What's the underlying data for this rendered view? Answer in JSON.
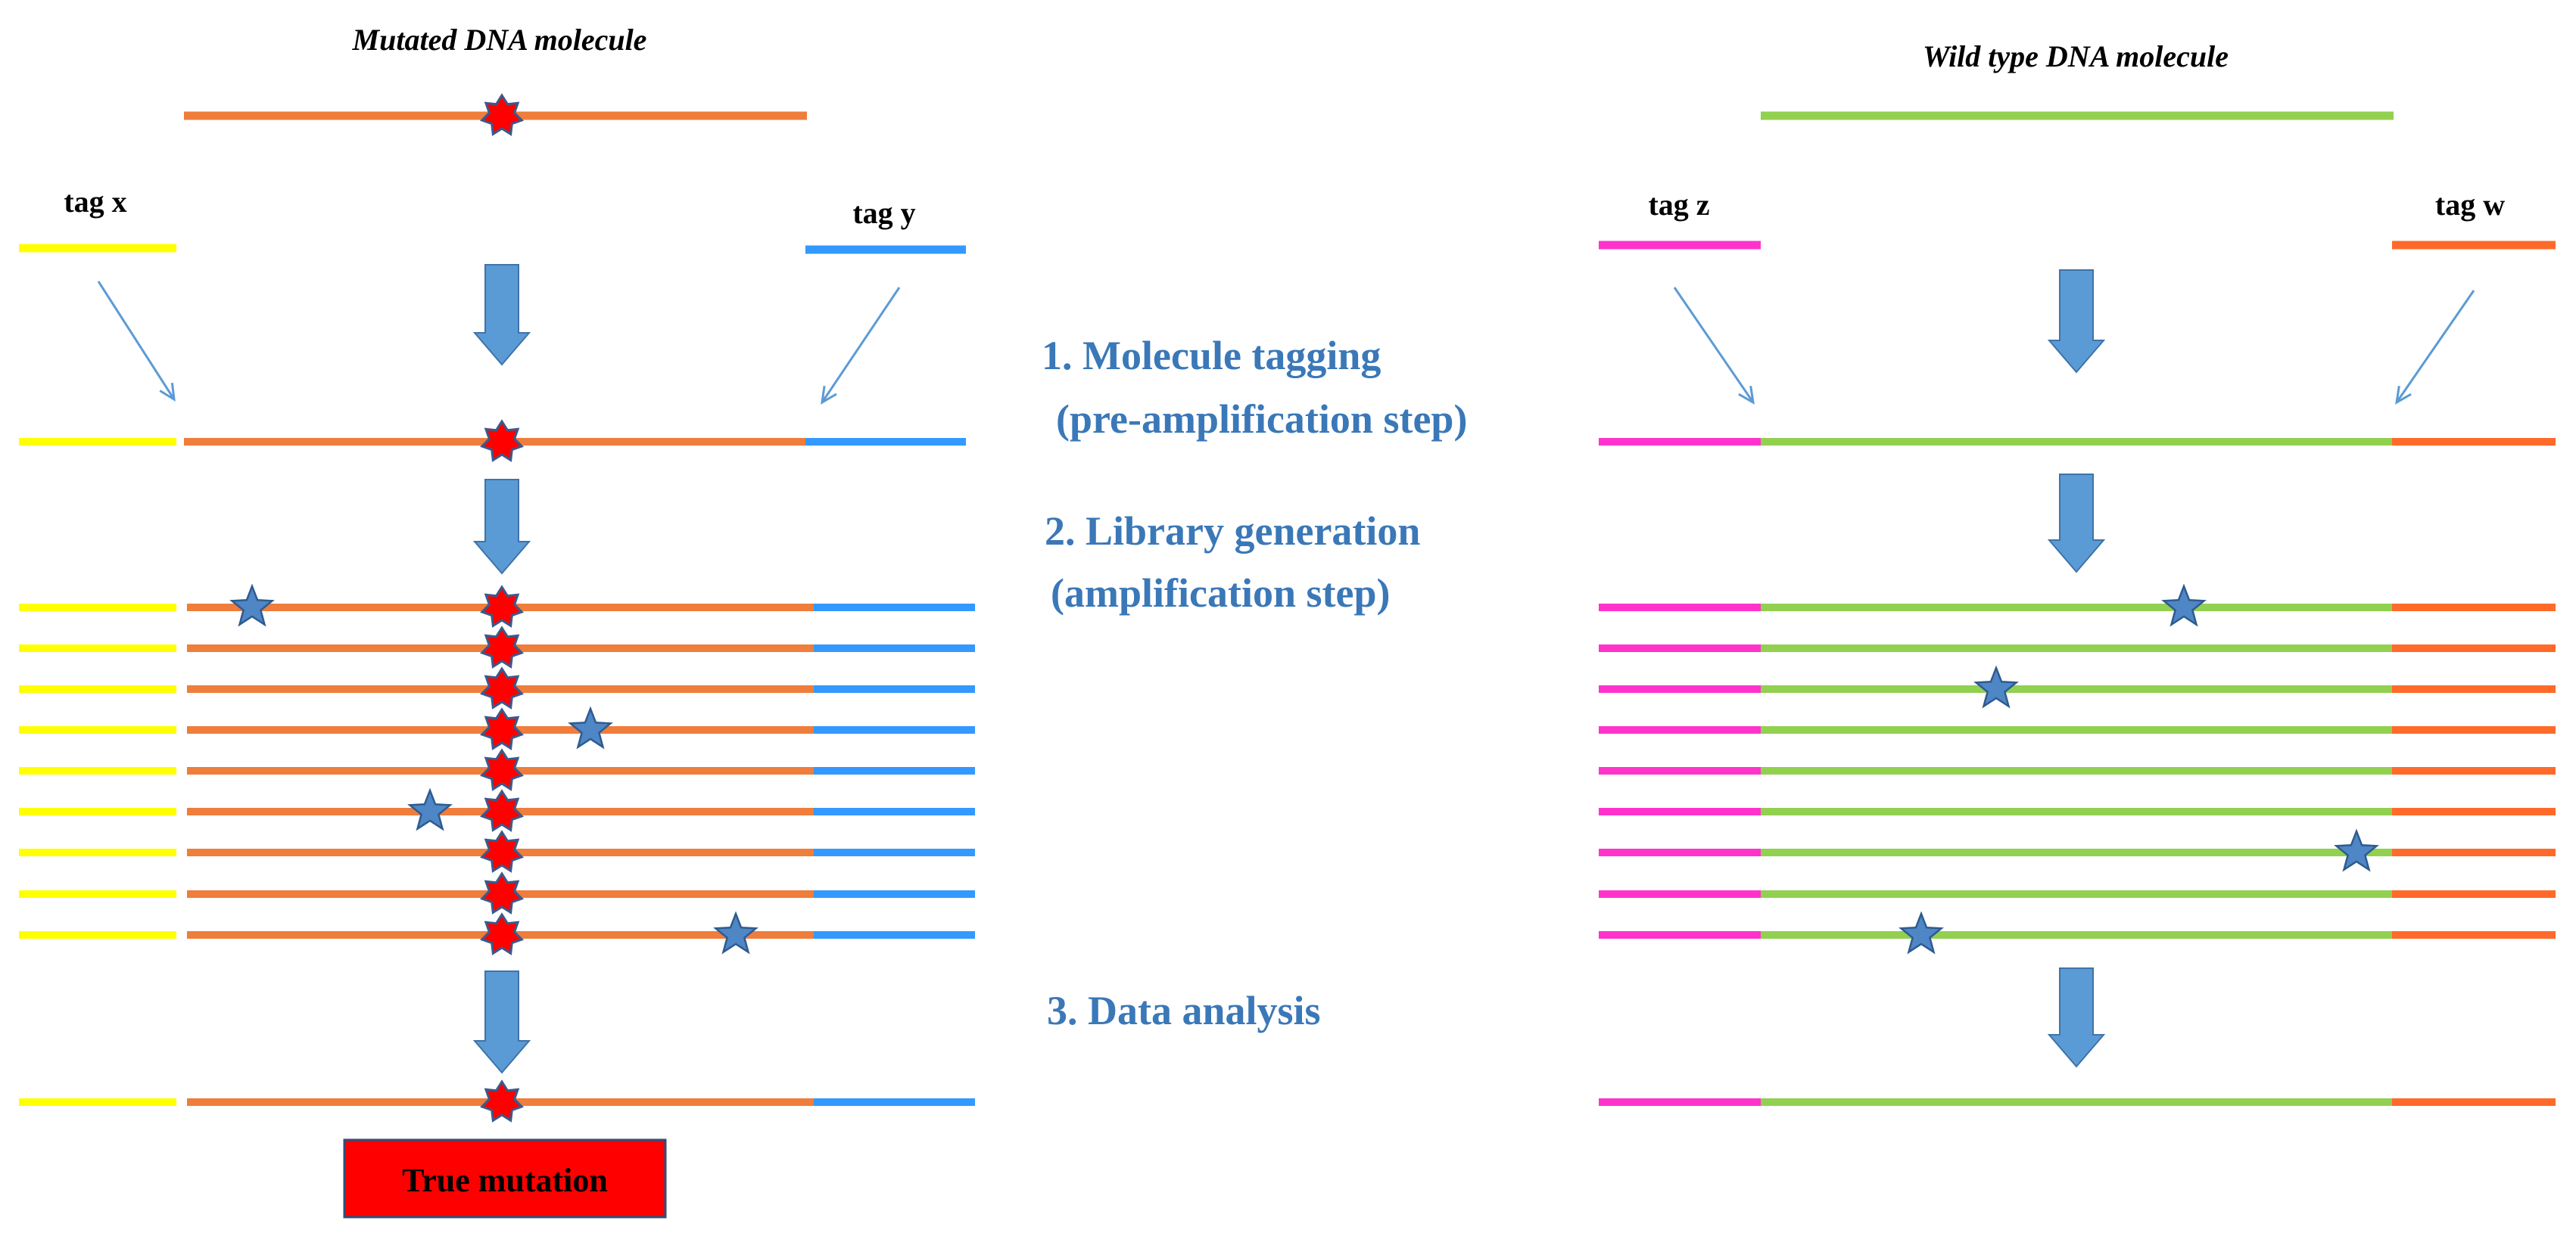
{
  "left_panel": {
    "title": "Mutated DNA molecule",
    "tag_left": "tag x",
    "tag_right": "tag y",
    "result_label": "True mutation"
  },
  "right_panel": {
    "title": "Wild type DNA molecule",
    "tag_left": "tag z",
    "tag_right": "tag w"
  },
  "steps": [
    {
      "line1": "1. Molecule tagging",
      "line2": "(pre-amplification step)"
    },
    {
      "line1": "2. Library generation",
      "line2": "(amplification step)"
    },
    {
      "line1": "3. Data analysis"
    }
  ],
  "colors": {
    "mutated_strand": "#ef7d3b",
    "wild_type_strand": "#92d050",
    "tag_x": "#ffff00",
    "tag_y": "#3399ff",
    "tag_z": "#ff33cc",
    "tag_w": "#ff6a2a",
    "mutation_marker": "#ff0000",
    "pcr_error_star": "#4f86c6",
    "step_text": "#3a78b8",
    "flow_arrow": "#5b9bd5",
    "result_box": "#ff0000"
  },
  "icons": {
    "mutation_marker": "red-star-icon",
    "pcr_error": "blue-star-icon",
    "flow_arrow": "down-arrow-icon",
    "tag_pointer": "thin-arrow-icon"
  }
}
